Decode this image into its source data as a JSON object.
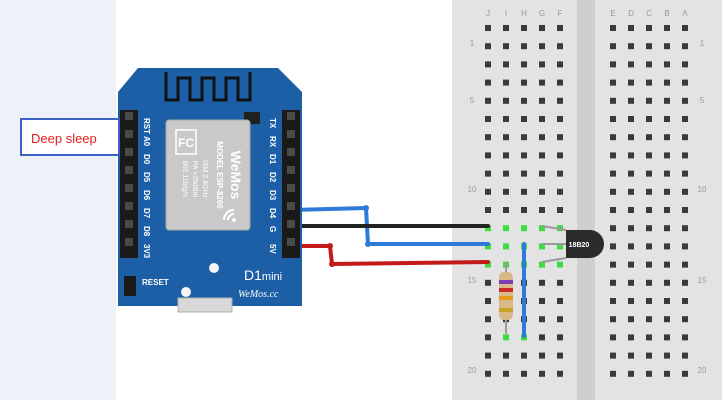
{
  "annotation": {
    "text": "Deep sleep"
  },
  "board": {
    "chip_brand": "WeMos",
    "chip_model": "MODEL ESP-8266",
    "chip_specs": [
      "ISM 2.4GHz",
      "PA +25dBm",
      "802.11b/g/n"
    ],
    "name_prefix": "D1",
    "name_suffix": "mini",
    "site": "WeMos.cc",
    "reset_label": "RESET",
    "left_pins": [
      "RST",
      "A0",
      "D0",
      "D5",
      "D6",
      "D7",
      "D8",
      "3V3"
    ],
    "right_pins": [
      "TX",
      "RX",
      "D1",
      "D2",
      "D3",
      "D4",
      "G",
      "5V"
    ]
  },
  "breadboard": {
    "col_letters_left": [
      "J",
      "I",
      "H",
      "G",
      "F"
    ],
    "col_letters_right": [
      "E",
      "D",
      "C",
      "B",
      "A"
    ],
    "row_numbers": [
      "1",
      "5",
      "10",
      "15",
      "20"
    ]
  },
  "sensor": {
    "label": "18B20"
  },
  "colors": {
    "board": "#1c5fa6",
    "breadboard": "#e3e3e3",
    "wire_blue": "#2f7ad8",
    "wire_black": "#222222",
    "wire_red": "#c41a1a",
    "annotation_border": "#3e5fc5",
    "annotation_text": "#e02020",
    "hole_active": "#3ddc43"
  }
}
